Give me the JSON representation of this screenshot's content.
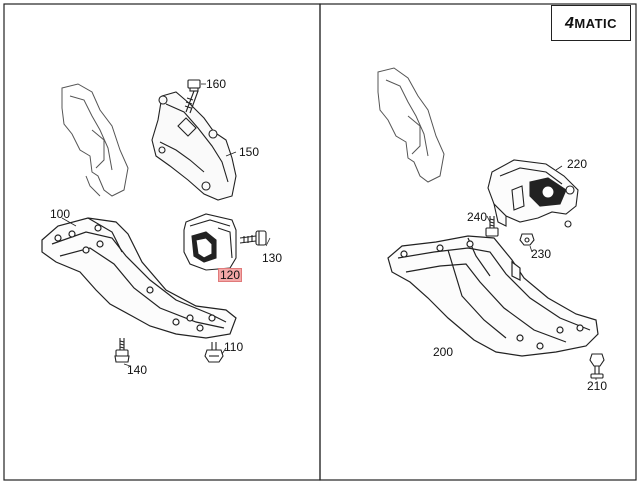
{
  "badge": {
    "prefix": "4",
    "suffix": "MATIC"
  },
  "callouts": {
    "p100": "100",
    "p110": "110",
    "p120": "120",
    "p130": "130",
    "p140": "140",
    "p150": "150",
    "p160": "160",
    "p200": "200",
    "p210": "210",
    "p220": "220",
    "p230": "230",
    "p240": "240"
  },
  "highlighted_part": "120",
  "colors": {
    "line": "#222222",
    "highlight": "#f3a7a7",
    "background": "#ffffff"
  }
}
